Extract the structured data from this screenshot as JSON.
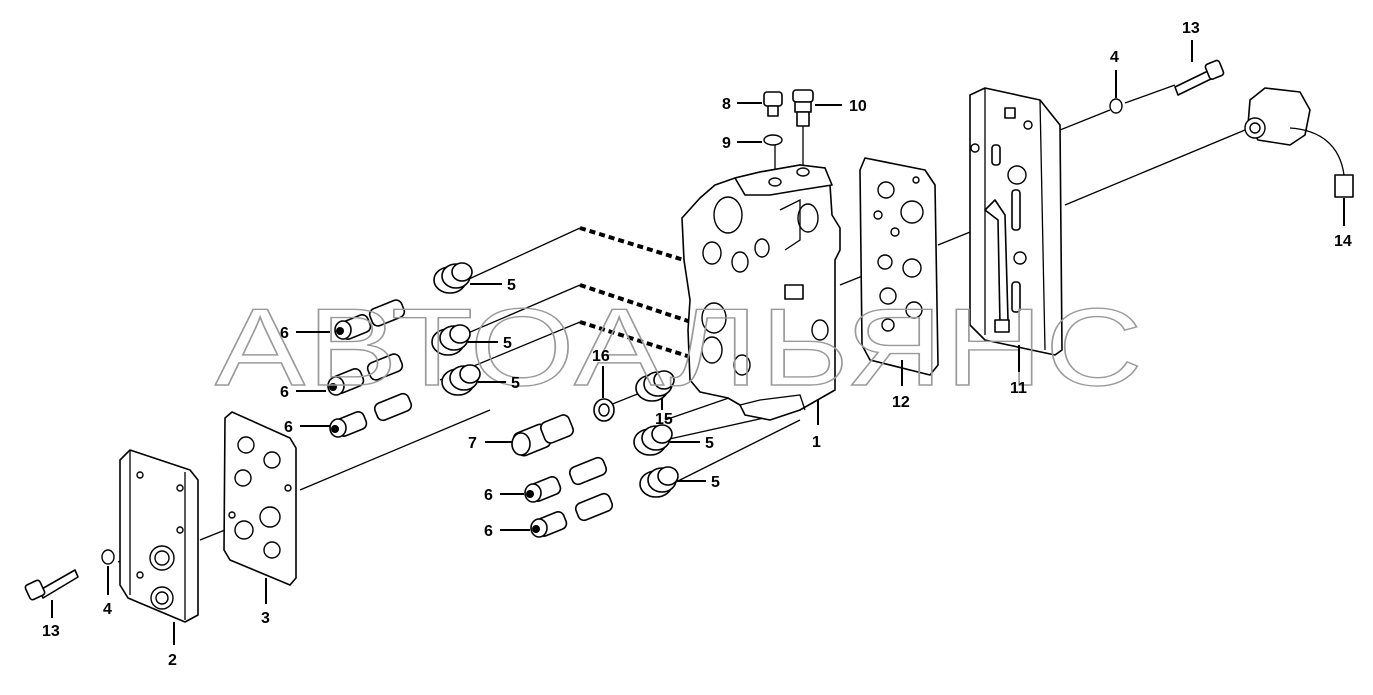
{
  "watermark": "АВТОАЛЬЯНС",
  "callouts": {
    "c1": "1",
    "c2": "2",
    "c3": "3",
    "c4a": "4",
    "c4b": "4",
    "c5a": "5",
    "c5b": "5",
    "c5c": "5",
    "c5d": "5",
    "c5e": "5",
    "c6a": "6",
    "c6b": "6",
    "c6c": "6",
    "c6d": "6",
    "c6e": "6",
    "c7": "7",
    "c8": "8",
    "c9": "9",
    "c10": "10",
    "c11": "11",
    "c12": "12",
    "c13a": "13",
    "c13b": "13",
    "c14": "14",
    "c15": "15",
    "c16": "16"
  }
}
